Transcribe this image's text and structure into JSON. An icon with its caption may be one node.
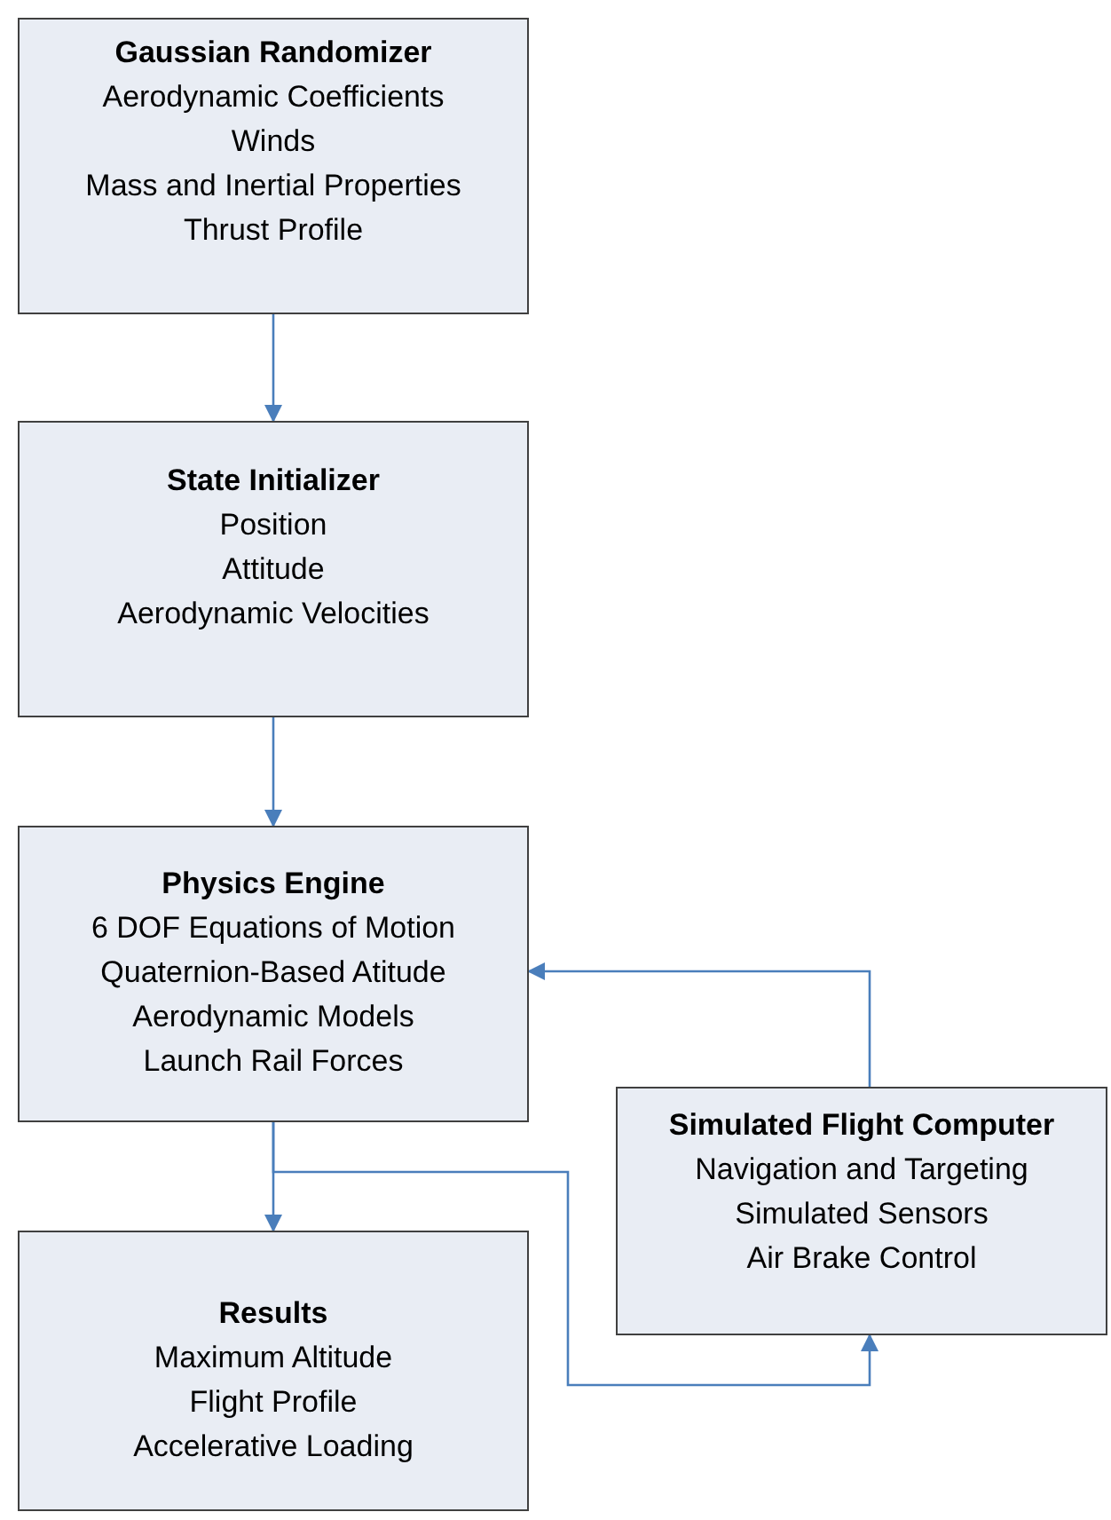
{
  "diagram": {
    "nodes": [
      {
        "text": [
          "Gaussian Randomizer",
          "Aerodynamic Coefficients",
          "Winds",
          "Mass and Inertial Properties",
          "Thrust Profile"
        ]
      },
      {
        "text": [
          "State Initializer",
          "Position",
          "Attitude",
          "Aerodynamic Velocities"
        ]
      },
      {
        "text": [
          "Physics Engine",
          "6 DOF Equations of Motion",
          "Quaternion-Based Atitude",
          "Aerodynamic Models",
          "Launch Rail Forces"
        ]
      },
      {
        "text": [
          "Results",
          "Maximum Altitude",
          "Flight Profile",
          "Accelerative Loading"
        ]
      },
      {
        "text": [
          "Simulated Flight Computer",
          "Navigation and Targeting",
          "Simulated Sensors",
          "Air Brake Control"
        ]
      }
    ],
    "edges": [
      {
        "from": 0,
        "to": 1,
        "arrow": "to"
      },
      {
        "from": 1,
        "to": 2,
        "arrow": "to"
      },
      {
        "from": 2,
        "to": 3,
        "arrow": "to"
      },
      {
        "from": 2,
        "to": 4,
        "arrow": "to"
      },
      {
        "from": 4,
        "to": 2,
        "arrow": "to"
      }
    ]
  }
}
